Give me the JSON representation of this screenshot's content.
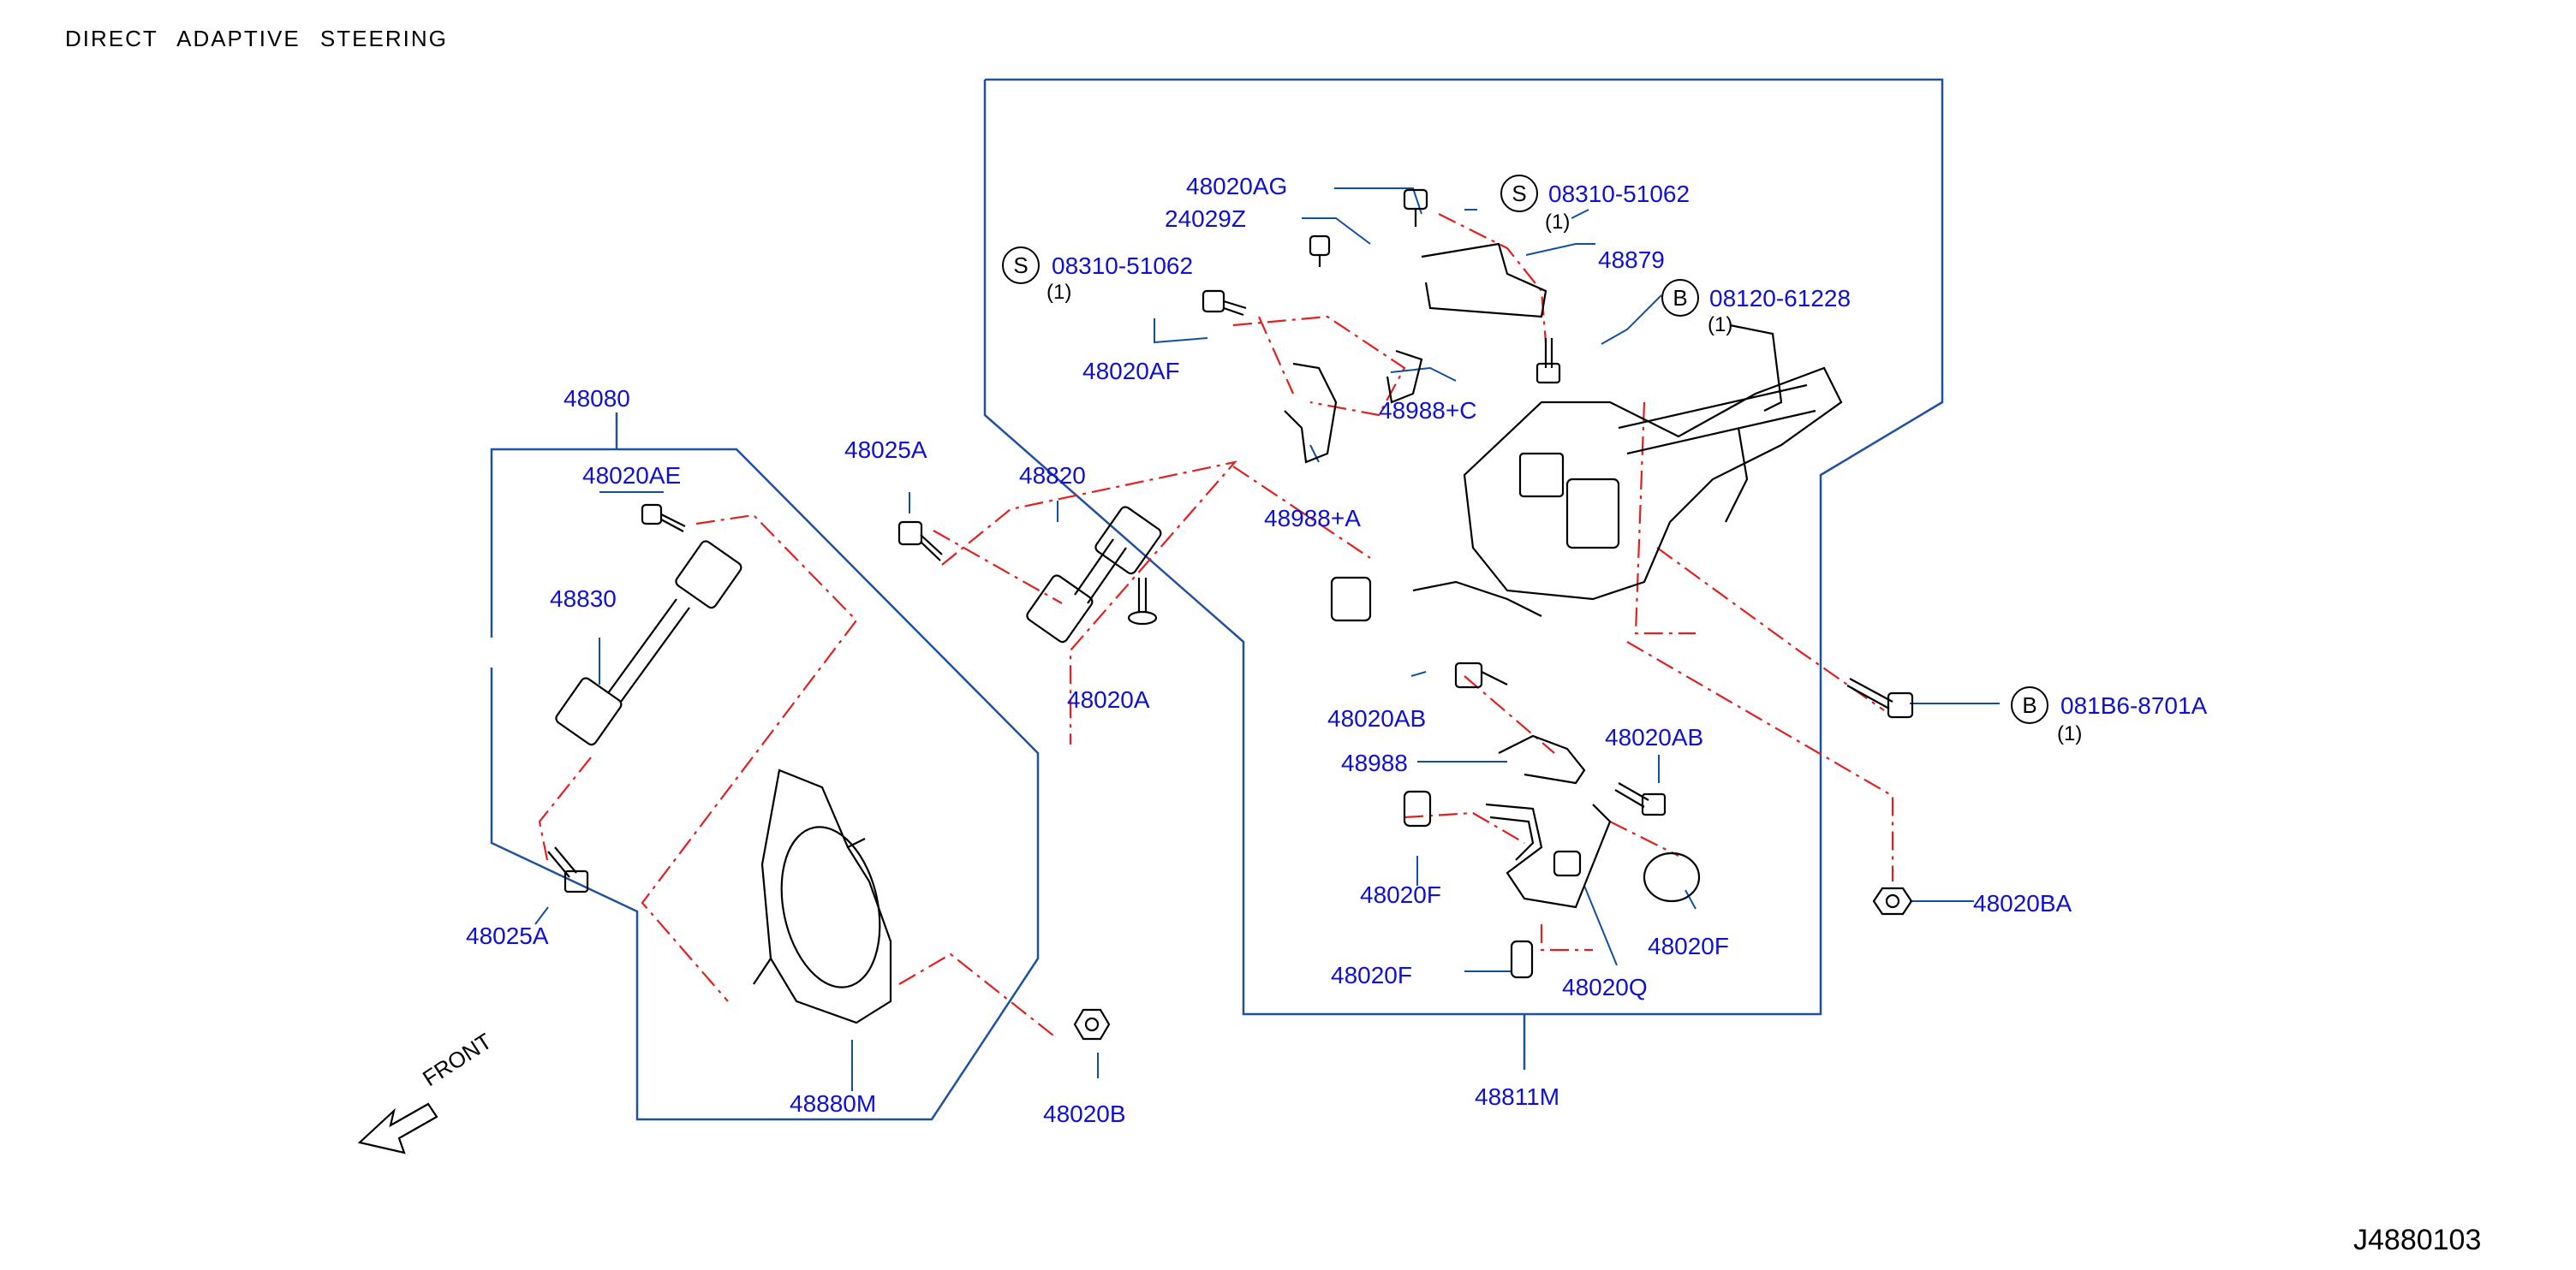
{
  "title": "DIRECT   ADAPTIVE   STEERING",
  "diagram_code": "J4880103",
  "front_label": "FRONT",
  "symbols": {
    "screw": "S",
    "bolt": "B"
  },
  "parts": {
    "p48080": "48080",
    "p48020AE": "48020AE",
    "p48830": "48830",
    "p48025A_left": "48025A",
    "p48025A_top": "48025A",
    "p48820": "48820",
    "p48020A": "48020A",
    "p48880M": "48880M",
    "p48020B": "48020B",
    "p48020AG": "48020AG",
    "p24029Z": "24029Z",
    "p08310_51062_right": "08310-51062",
    "p08310_51062_left": "08310-51062",
    "p48879": "48879",
    "p08120_61228": "08120-61228",
    "p48020AF": "48020AF",
    "p48988C": "48988+C",
    "p48988A": "48988+A",
    "p081B6_8701A": "081B6-8701A",
    "p48020AB_left": "48020AB",
    "p48020AB_right": "48020AB",
    "p48988": "48988",
    "p48020F_1": "48020F",
    "p48020F_2": "48020F",
    "p48020F_3": "48020F",
    "p48020Q": "48020Q",
    "p48020BA": "48020BA",
    "p48811M": "48811M"
  },
  "quantities": {
    "q_08310_right": "(1)",
    "q_08310_left": "(1)",
    "q_08120": "(1)",
    "q_081B6": "(1)"
  },
  "colors": {
    "label": "#1010d0",
    "outline": "#2050a0",
    "dash": "#e02020",
    "drawing": "#000000"
  }
}
